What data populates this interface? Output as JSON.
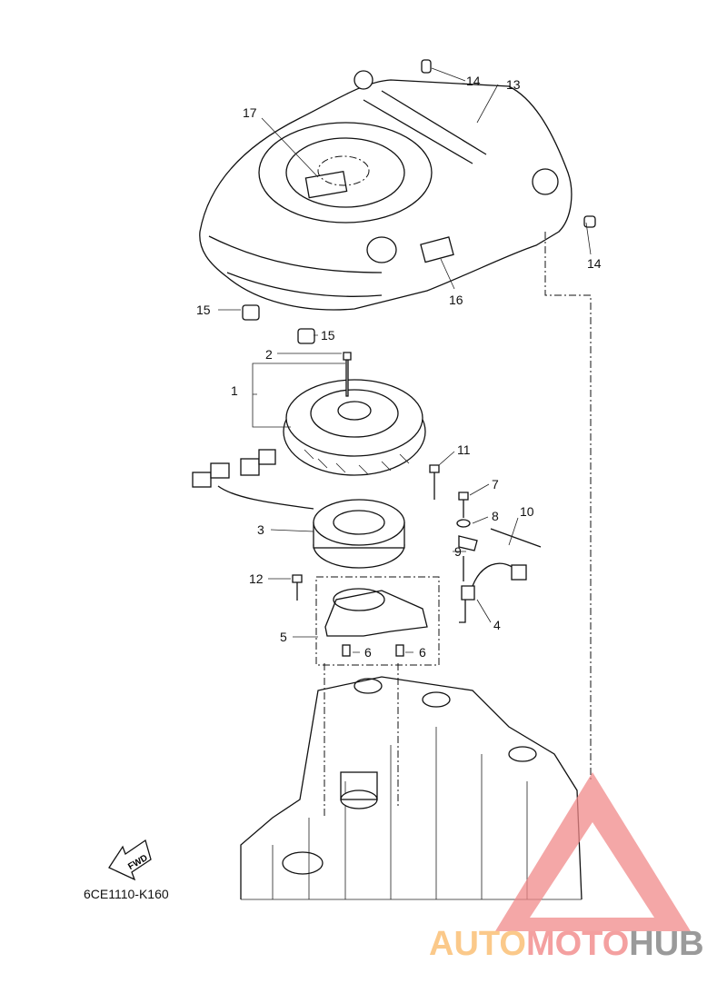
{
  "diagram": {
    "callouts": [
      "1",
      "2",
      "3",
      "4",
      "5",
      "6",
      "6",
      "7",
      "8",
      "9",
      "10",
      "11",
      "12",
      "13",
      "14",
      "14",
      "15",
      "15",
      "16",
      "17"
    ],
    "fwd_label": "FWD",
    "diagram_code": "6CE1110-K160"
  },
  "watermark": {
    "part1": "AUTO",
    "part2": "MOTO",
    "part3": "HUB"
  },
  "colors": {
    "watermark_red": "#f08a8a",
    "watermark_orange": "#fbc98a",
    "watermark_gray": "#9a9a9a"
  }
}
